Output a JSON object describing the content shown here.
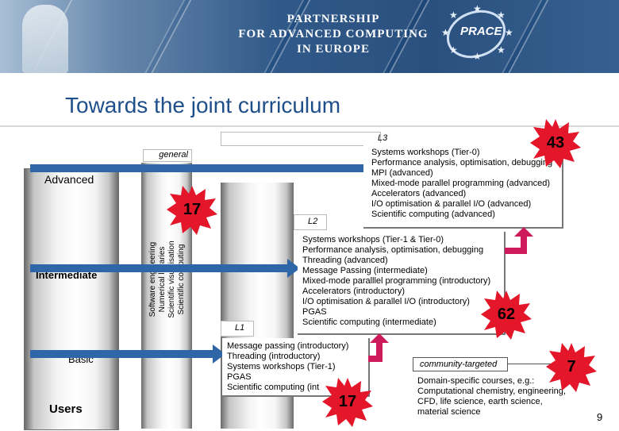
{
  "banner": {
    "line1": "PARTNERSHIP",
    "line2": "FOR ADVANCED COMPUTING",
    "line3": "IN EUROPE",
    "logo_text": "PRACE"
  },
  "title": "Towards the joint curriculum",
  "levels": {
    "advanced": "Advanced",
    "intermediate": "Intermediate",
    "basic": "Basic",
    "users": "Users"
  },
  "columns": {
    "general": "general",
    "l3": "L3",
    "l2": "L2",
    "l1": "L1",
    "vertical_lines": [
      "Software engineering",
      "Numerical libraries",
      "Scientific visualisation",
      "Scientific computing"
    ]
  },
  "l3_items": [
    "Systems workshops (Tier-0)",
    "Performance analysis, optimisation, debugging",
    "MPI (advanced)",
    "Mixed-mode parallel programming (advanced)",
    "Accelerators (advanced)",
    "I/O optimisation & parallel I/O (advanced)",
    "Scientific computing (advanced)"
  ],
  "l2_items": [
    "Systems workshops (Tier-1 & Tier-0)",
    "Performance analysis, optimisation, debugging",
    "Threading (advanced)",
    "Message Passing (intermediate)",
    "Mixed-mode paralllel programming (introductory)",
    "Accelerators (introductory)",
    "I/O optimisation & parallel I/O (introductory)",
    "PGAS",
    "Scientific computing (intermediate)"
  ],
  "l1_items": [
    "Message passing (introductory)",
    "Threading (introductory)",
    "Systems workshops (Tier-1)",
    "PGAS",
    "Scientific computing (int"
  ],
  "community": {
    "label": "community-targeted",
    "items": [
      "Domain-specific courses, e.g.:",
      "Computational chemistry, engineering,",
      "CFD, life science, earth science,",
      "material science"
    ]
  },
  "counts": {
    "general": "17",
    "l3": "43",
    "l2": "62",
    "l1": "17",
    "community": "7"
  },
  "colors": {
    "title": "#1f4f8a",
    "arrow": "#2f66a8",
    "burst": "#e3162a",
    "elbow_arrow": "#cc1a5a"
  },
  "page_number": "9"
}
